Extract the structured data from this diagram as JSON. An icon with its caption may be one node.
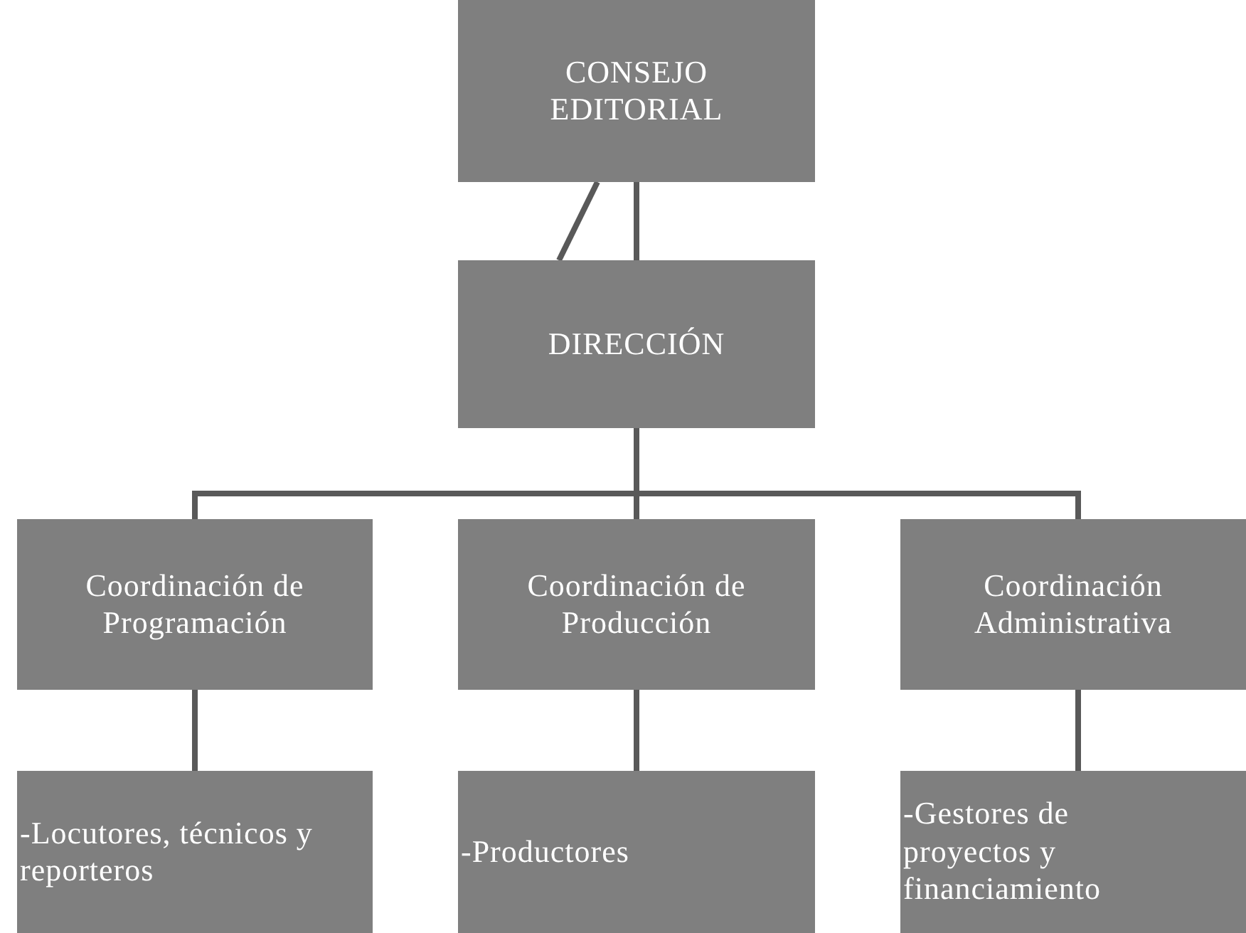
{
  "diagram": {
    "nodes": [
      {
        "text": [
          "CONSEJO EDITORIAL"
        ]
      },
      {
        "text": [
          "DIRECCIÓN"
        ]
      },
      {
        "text": [
          "Coordinación de Programación"
        ]
      },
      {
        "text": [
          "Coordinación de Producción"
        ]
      },
      {
        "text": [
          "Coordinación Administrativa"
        ]
      },
      {
        "text": [
          "-Locutores, técnicos y reporteros"
        ]
      },
      {
        "text": [
          "-Productores"
        ]
      },
      {
        "text": [
          "-Gestores de proyectos y financiamiento"
        ]
      }
    ],
    "edges": [
      {
        "from": 0,
        "to": 1,
        "arrow": "none"
      },
      {
        "from": 0,
        "to": 1,
        "arrow": "none"
      },
      {
        "from": 1,
        "to": 2,
        "arrow": "none"
      },
      {
        "from": 1,
        "to": 3,
        "arrow": "none"
      },
      {
        "from": 1,
        "to": 4,
        "arrow": "none"
      },
      {
        "from": 2,
        "to": 5,
        "arrow": "none"
      },
      {
        "from": 3,
        "to": 6,
        "arrow": "none"
      },
      {
        "from": 4,
        "to": 7,
        "arrow": "none"
      }
    ]
  }
}
